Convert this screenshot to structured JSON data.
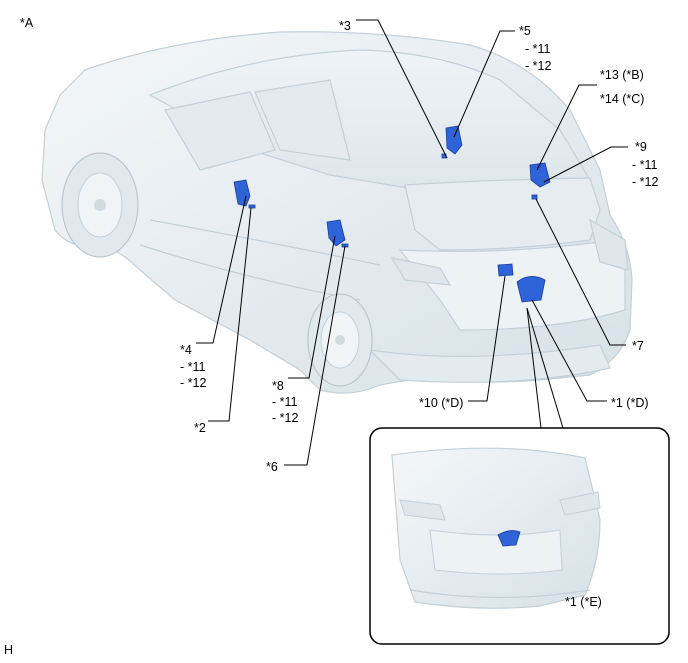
{
  "figure_id": "*A",
  "corner_code": "H",
  "callouts": {
    "c1d": "*1 (*D)",
    "c1e": "*1 (*E)",
    "c2": "*2",
    "c3": "*3",
    "c4": "*4",
    "c4_s1": "- *11",
    "c4_s2": "- *12",
    "c5": "*5",
    "c5_s1": "- *11",
    "c5_s2": "- *12",
    "c6": "*6",
    "c7": "*7",
    "c8": "*8",
    "c8_s1": "- *11",
    "c8_s2": "- *12",
    "c9": "*9",
    "c9_s1": "- *11",
    "c9_s2": "- *12",
    "c10": "*10 (*D)",
    "c13": "*13 (*B)",
    "c14": "*14 (*C)"
  },
  "colors": {
    "component": "#2f63d8",
    "component_dark": "#1d3fa0",
    "body": "#e7eef2",
    "body_line": "#c3d0d8",
    "leader": "#000000"
  }
}
